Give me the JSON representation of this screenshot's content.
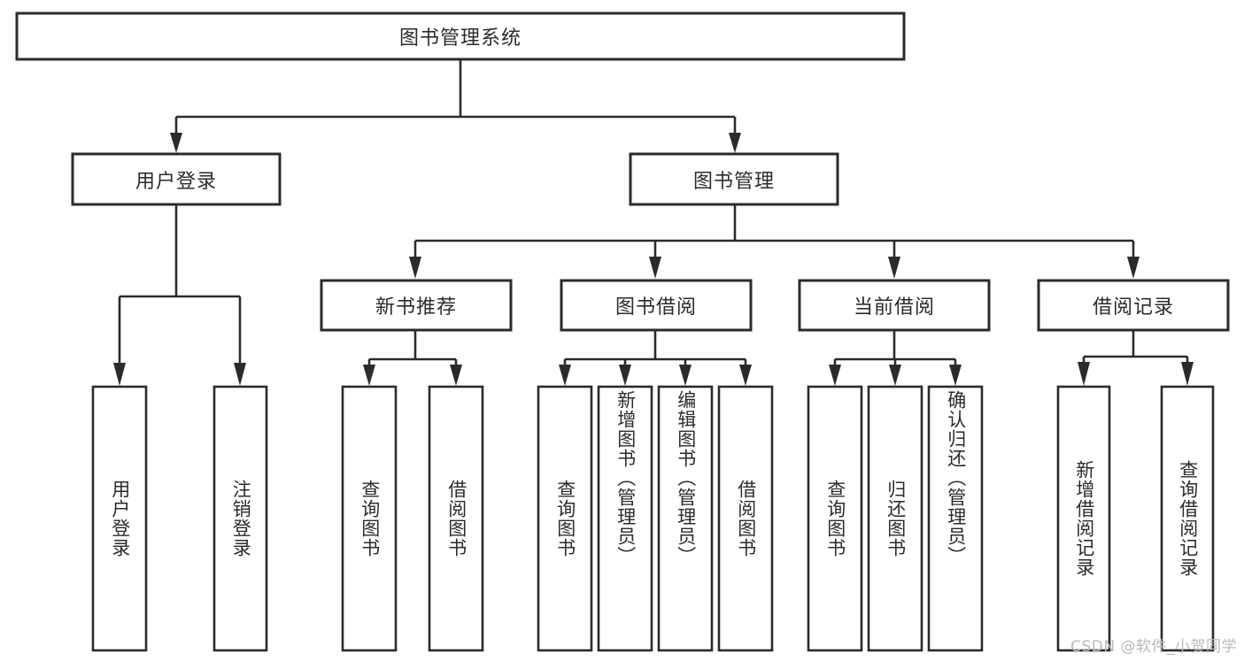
{
  "diagram": {
    "title": "图书管理系统",
    "type": "tree",
    "orientation": "top-down",
    "colors": {
      "stroke": "#2b2b2b",
      "fill": "#ffffff",
      "text": "#2b2b2b",
      "background": "#ffffff",
      "watermark": "#b9b9b9"
    },
    "root": {
      "label": "图书管理系统",
      "orientation": "horizontal"
    },
    "level1": [
      {
        "label": "用户登录",
        "orientation": "horizontal"
      },
      {
        "label": "图书管理",
        "orientation": "horizontal"
      }
    ],
    "level2": [
      {
        "label": "新书推荐",
        "orientation": "horizontal",
        "parent": "图书管理"
      },
      {
        "label": "图书借阅",
        "orientation": "horizontal",
        "parent": "图书管理"
      },
      {
        "label": "当前借阅",
        "orientation": "horizontal",
        "parent": "图书管理"
      },
      {
        "label": "借阅记录",
        "orientation": "horizontal",
        "parent": "图书管理"
      }
    ],
    "leaves": {
      "用户登录": [
        {
          "label": "用户登录",
          "orientation": "vertical"
        },
        {
          "label": "注销登录",
          "orientation": "vertical"
        }
      ],
      "新书推荐": [
        {
          "label": "查询图书",
          "orientation": "vertical"
        },
        {
          "label": "借阅图书",
          "orientation": "vertical"
        }
      ],
      "图书借阅": [
        {
          "label": "查询图书",
          "orientation": "vertical"
        },
        {
          "label": "新增图书（管理员）",
          "orientation": "vertical"
        },
        {
          "label": "编辑图书（管理员）",
          "orientation": "vertical"
        },
        {
          "label": "借阅图书",
          "orientation": "vertical"
        }
      ],
      "当前借阅": [
        {
          "label": "查询图书",
          "orientation": "vertical"
        },
        {
          "label": "归还图书",
          "orientation": "vertical"
        },
        {
          "label": "确认归还（管理员）",
          "orientation": "vertical"
        }
      ],
      "借阅记录": [
        {
          "label": "新增借阅记录",
          "orientation": "vertical"
        },
        {
          "label": "查询借阅记录",
          "orientation": "vertical"
        }
      ]
    }
  },
  "watermark": {
    "text": "CSDN @软件_小贺同学"
  }
}
